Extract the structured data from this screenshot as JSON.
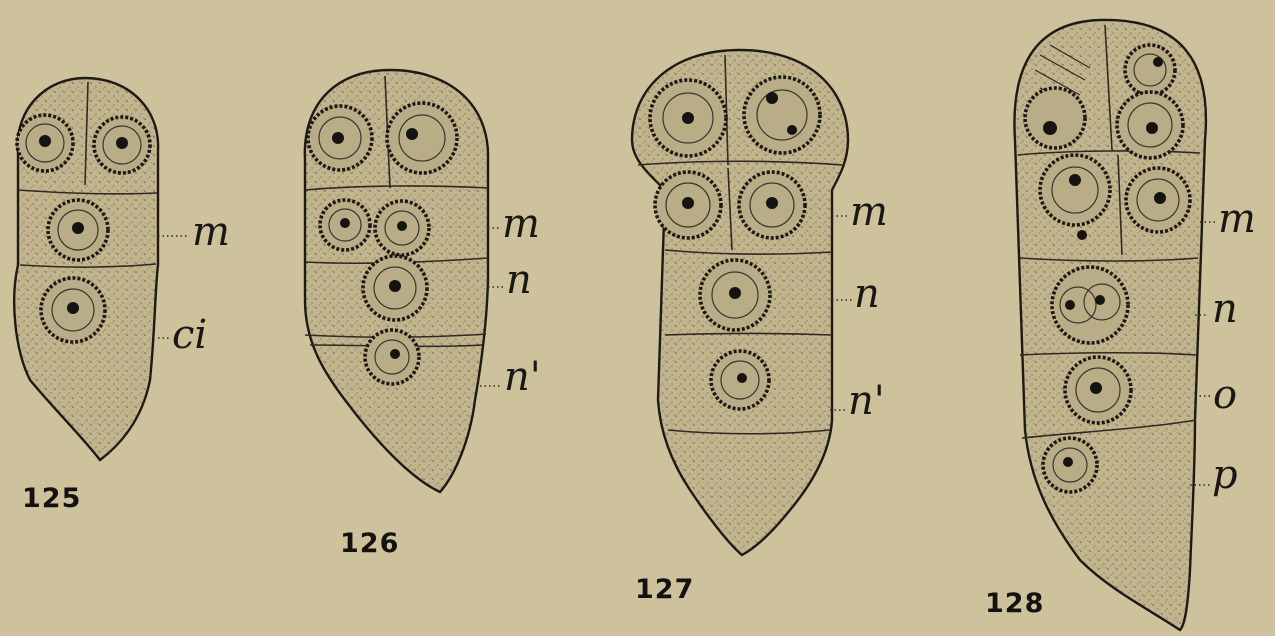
{
  "figures": [
    {
      "number": "125",
      "labels": [
        "m",
        "ci"
      ]
    },
    {
      "number": "126",
      "labels": [
        "m",
        "n",
        "n'"
      ]
    },
    {
      "number": "127",
      "labels": [
        "m",
        "n",
        "n'"
      ]
    },
    {
      "number": "128",
      "labels": [
        "m",
        "n",
        "o",
        "p"
      ]
    }
  ],
  "colors": {
    "paper": "#cdc29b",
    "ink": "#1d1a16"
  }
}
